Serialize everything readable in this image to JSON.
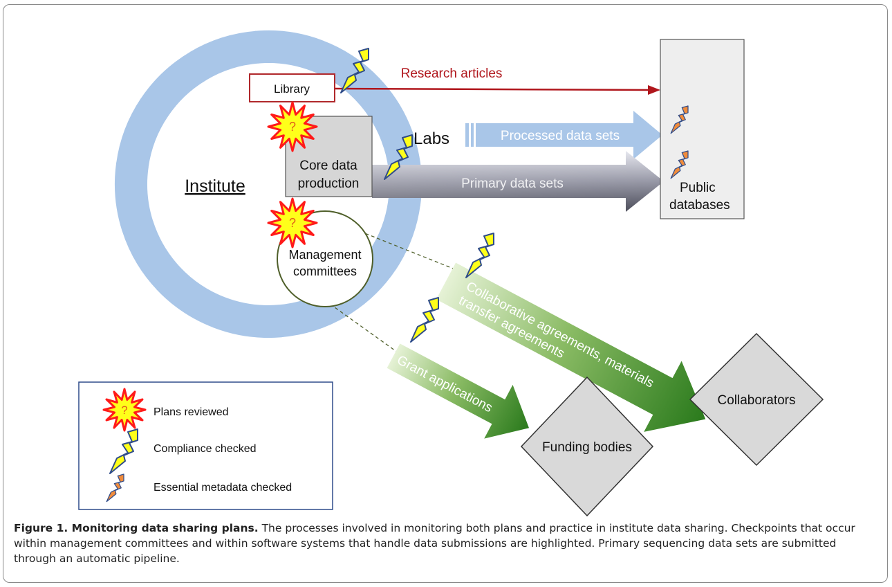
{
  "nodes": {
    "institute": "Institute",
    "library": "Library",
    "labs": "Labs",
    "core_line1": "Core data",
    "core_line2": "production",
    "management_line1": "Management",
    "management_line2": "committees",
    "public_line1": "Public",
    "public_line2": "databases",
    "funding": "Funding bodies",
    "collaborators": "Collaborators"
  },
  "flows": {
    "research_articles": "Research articles",
    "processed": "Processed data sets",
    "primary": "Primary data sets",
    "collab_line1": "Collaborative agreements, materials",
    "collab_line2": "transfer agreements",
    "grants": "Grant applications"
  },
  "legend": {
    "plans_reviewed": "Plans reviewed",
    "compliance_checked": "Compliance checked",
    "metadata_checked": "Essential metadata checked",
    "question_mark": "?"
  },
  "colors": {
    "ring": "#a9c6e8",
    "library_border": "#b0282b",
    "research_arrow": "#b0161c",
    "processed_arrow": "#a9c6e8",
    "primary_arrow": "#6f7080",
    "green_dark": "#2e7d1e",
    "bolt_yellow": "#ffff1a",
    "bolt_orange": "#f08c3c",
    "star_red": "#ff1a1a",
    "management_border": "#4f5f2a"
  },
  "caption": {
    "title": "Figure 1. Monitoring data sharing plans.",
    "text": "The processes involved in monitoring both plans and practice in institute data sharing. Checkpoints that occur within management committees and within software systems that handle data submissions are highlighted. Primary sequencing data sets are submitted through an automatic pipeline."
  }
}
